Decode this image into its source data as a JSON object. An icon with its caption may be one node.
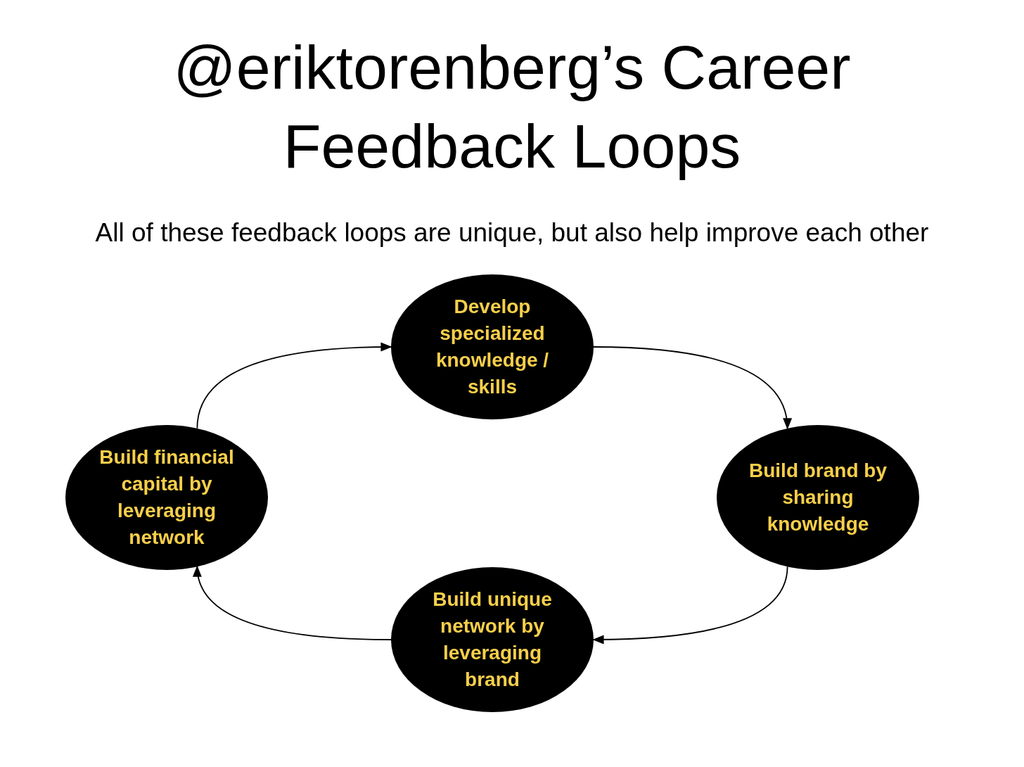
{
  "diagram": {
    "title": "@eriktorenberg’s Career Feedback Loops",
    "caption": "All of these feedback loops are unique, but also help improve each other",
    "nodes": [
      {
        "text": [
          "Develop specialized knowledge / skills"
        ]
      },
      {
        "text": [
          "Build brand by sharing knowledge"
        ]
      },
      {
        "text": [
          "Build unique network by leveraging brand"
        ]
      },
      {
        "text": [
          "Build financial capital by leveraging network"
        ]
      }
    ],
    "edges": [
      {
        "from": 0,
        "to": 1,
        "arrow": "to"
      },
      {
        "from": 1,
        "to": 2,
        "arrow": "to"
      },
      {
        "from": 2,
        "to": 3,
        "arrow": "to"
      },
      {
        "from": 3,
        "to": 0,
        "arrow": "to"
      }
    ]
  }
}
